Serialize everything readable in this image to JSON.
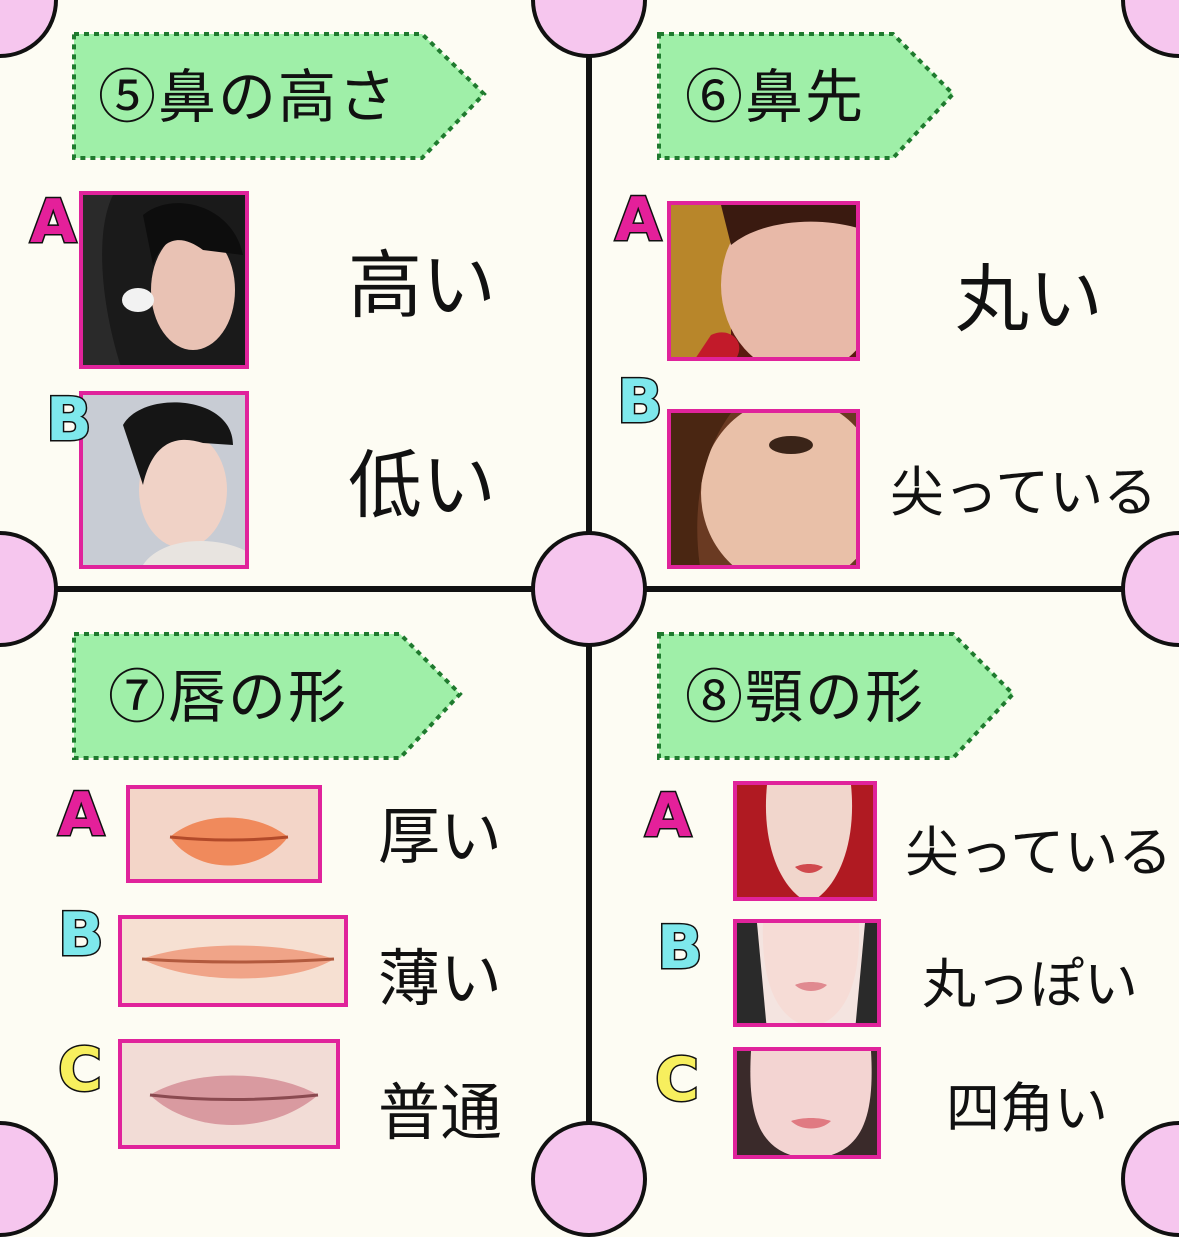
{
  "panels": {
    "nose_height": {
      "title": "⑤鼻の高さ",
      "options": [
        {
          "letter": "A",
          "label": "高い"
        },
        {
          "letter": "B",
          "label": "低い"
        }
      ]
    },
    "nose_tip": {
      "title": "⑥鼻先",
      "options": [
        {
          "letter": "A",
          "label": "丸い"
        },
        {
          "letter": "B",
          "label": "尖っている"
        }
      ]
    },
    "lip_shape": {
      "title": "⑦唇の形",
      "options": [
        {
          "letter": "A",
          "label": "厚い"
        },
        {
          "letter": "B",
          "label": "薄い"
        },
        {
          "letter": "C",
          "label": "普通"
        }
      ]
    },
    "jaw_shape": {
      "title": "⑧顎の形",
      "options": [
        {
          "letter": "A",
          "label": "尖っている"
        },
        {
          "letter": "B",
          "label": "丸っぽい"
        },
        {
          "letter": "C",
          "label": "四角い"
        }
      ]
    }
  },
  "colors": {
    "background": "#fdfcf3",
    "tag_fill": "#9fefa8",
    "photo_border": "#e0239b",
    "corner_circle": "#f6c6ee",
    "letter_a": "#e4209a",
    "letter_b": "#7ee8ec",
    "letter_c": "#f7ef5e"
  }
}
